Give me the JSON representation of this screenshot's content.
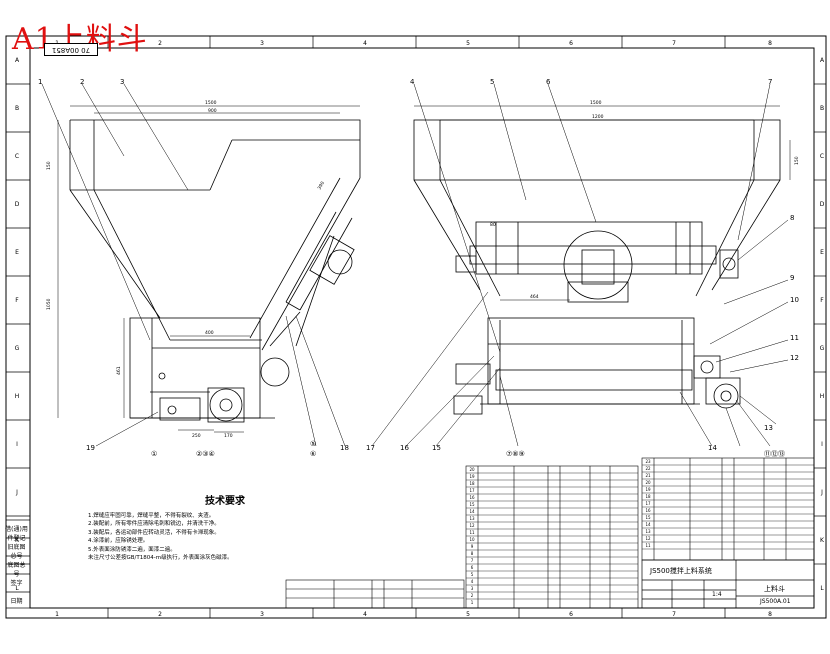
{
  "title": "A1上料斗",
  "drawing_number_box": "70 00A851",
  "col_labels": [
    "1",
    "2",
    "3",
    "4",
    "5",
    "6",
    "7",
    "8"
  ],
  "row_labels": [
    "A",
    "B",
    "C",
    "D",
    "E",
    "F",
    "G",
    "H",
    "I",
    "J",
    "K",
    "L"
  ],
  "left_view": {
    "balloons": [
      "1",
      "2",
      "3",
      "19",
      "①",
      "②③④",
      "⑤",
      "⑥",
      "18"
    ],
    "dims": [
      "1500",
      "900",
      "1050",
      "150",
      "461",
      "400",
      "250",
      "170",
      "390"
    ]
  },
  "right_view": {
    "balloons": [
      "4",
      "5",
      "6",
      "7",
      "8",
      "9",
      "10",
      "11",
      "12",
      "13",
      "14",
      "15",
      "16",
      "17",
      "⑦⑧⑨",
      "⑪⑫⑬"
    ],
    "dims": [
      "1500",
      "1200",
      "150",
      "464",
      "80"
    ]
  },
  "tech": {
    "title": "技术要求",
    "notes": [
      "1.焊缝应牢固可靠，焊缝平整，不得有裂纹、夹渣。",
      "2.装配前，所有零件应清除毛刺和锐边，并清洗干净。",
      "3.装配后，各运动部件应转动灵活，不得有卡滞现象。",
      "4.涂漆前，应除锈处理。",
      "5.外表面涂防锈漆二遍，面漆二遍。",
      "未注尺寸公差按GB/T1804-m级执行，外表面涂灰色磁漆。"
    ]
  },
  "left_strip": [
    "借(通)用件登记",
    "旧底图总号",
    "底图总号",
    "签字",
    "日期"
  ],
  "title_block": {
    "name": "JS500搅拌上料系统",
    "part": "上料斗",
    "code": "JS500A.01",
    "scale": "1:4"
  },
  "parts_left": [
    "20",
    "19",
    "18",
    "17",
    "16",
    "15",
    "14",
    "13",
    "12",
    "11",
    "10",
    "9",
    "8",
    "7",
    "6",
    "5",
    "4",
    "3",
    "2",
    "1"
  ],
  "parts_right": [
    "23",
    "22",
    "21",
    "20",
    "19",
    "18",
    "17",
    "16",
    "15",
    "14",
    "13",
    "12",
    "11"
  ]
}
